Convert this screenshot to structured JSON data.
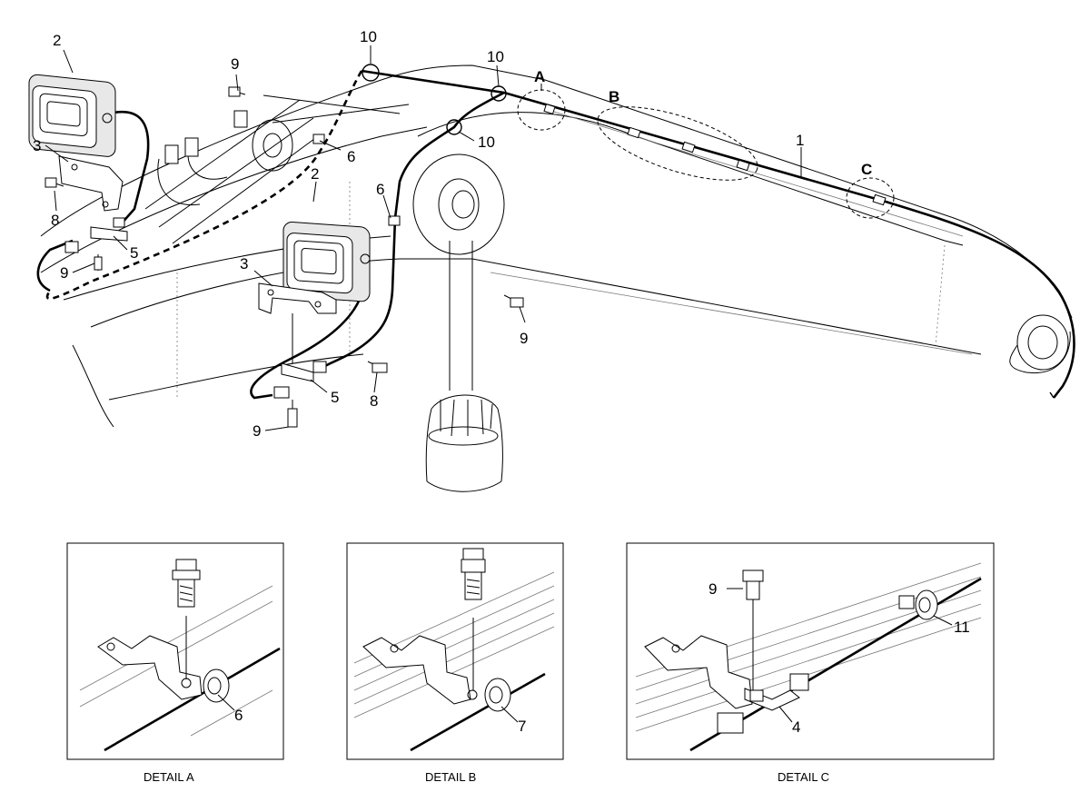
{
  "callouts": {
    "harness": "1",
    "lamp": "2",
    "bracket": "3",
    "connector_bracket": "4",
    "clamp_plate": "5",
    "clip": "6",
    "clip_b": "7",
    "bolt": "8",
    "screw": "9",
    "clamp_ring": "10",
    "clip_c": "11"
  },
  "detail_letters": {
    "a": "A",
    "b": "B",
    "c": "C"
  },
  "details": {
    "a_caption": "DETAIL A",
    "b_caption": "DETAIL B",
    "c_caption": "DETAIL C"
  }
}
